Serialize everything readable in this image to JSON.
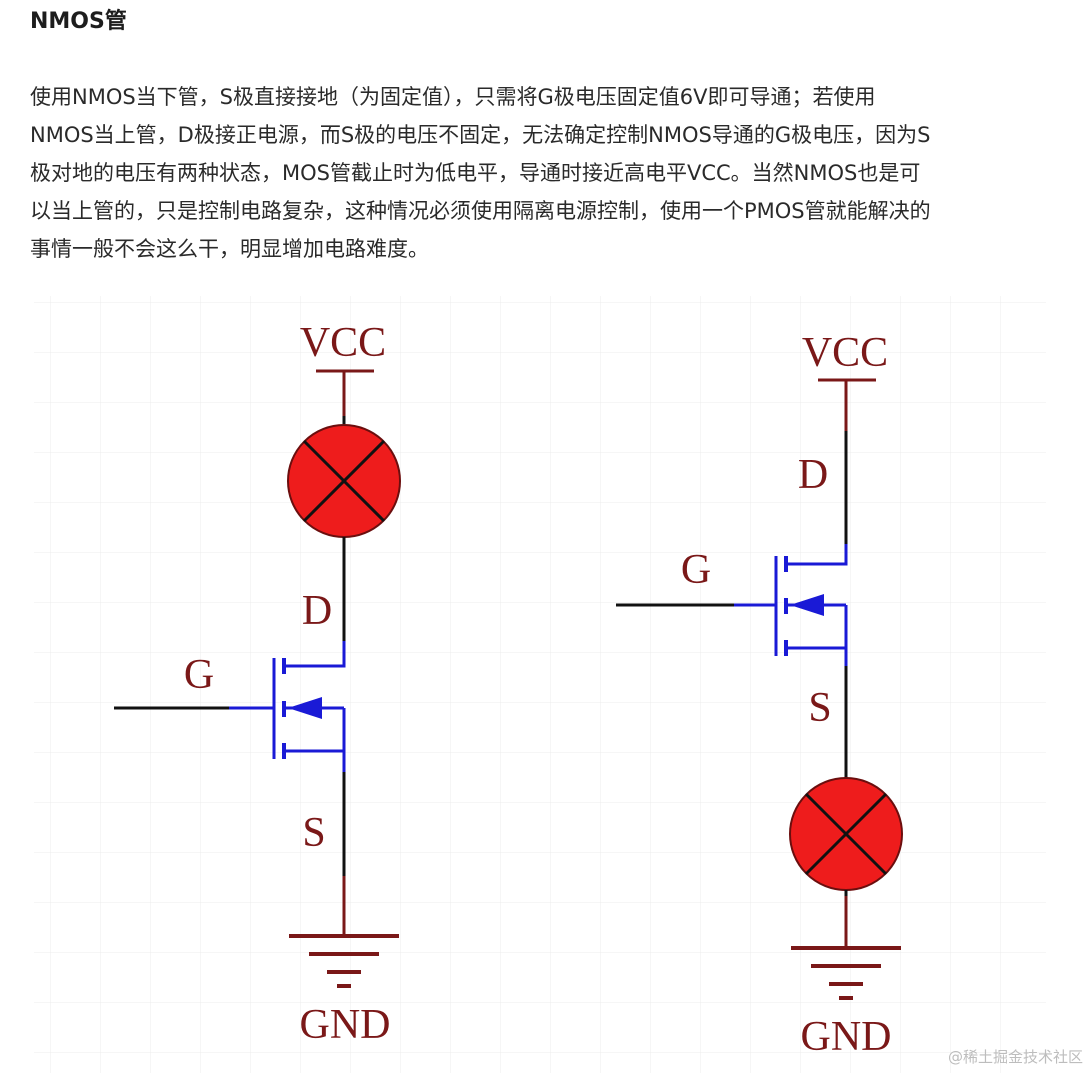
{
  "article": {
    "heading": "NMOS管",
    "paragraph_lines": [
      "使用NMOS当下管，S极直接接地（为固定值），只需将G极电压固定值6V即可导通；若使用",
      "NMOS当上管，D极接正电源，而S极的电压不固定，无法确定控制NMOS导通的G极电压，因为S",
      "极对地的电压有两种状态，MOS管截止时为低电平，导通时接近高电平VCC。当然NMOS也是可",
      "以当上管的，只是控制电路复杂，这种情况必须使用隔离电源控制，使用一个PMOS管就能解决的",
      "事情一般不会这么干，明显增加电路难度。"
    ]
  },
  "circuits": {
    "left": {
      "vcc": "VCC",
      "drain": "D",
      "gate": "G",
      "source": "S",
      "gnd": "GND"
    },
    "right": {
      "vcc": "VCC",
      "drain": "D",
      "gate": "G",
      "source": "S",
      "gnd": "GND"
    }
  },
  "colors": {
    "wire": "#111111",
    "mosfet": "#1a1ad6",
    "power_rail": "#7a1818",
    "lamp_fill": "#ee1c1c",
    "grid_line": "#ececec"
  },
  "watermark": "@稀土掘金技术社区"
}
